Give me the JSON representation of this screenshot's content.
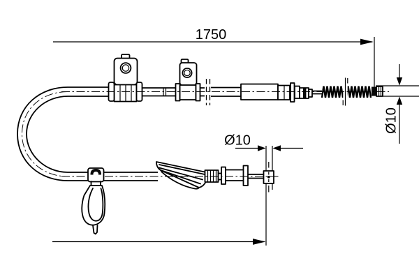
{
  "colors": {
    "ink": "#000000",
    "background": "#ffffff"
  },
  "dimensions": {
    "overall_length": "1750",
    "end_diameter": "Ø10",
    "abutment_diameter": "Ø10"
  }
}
